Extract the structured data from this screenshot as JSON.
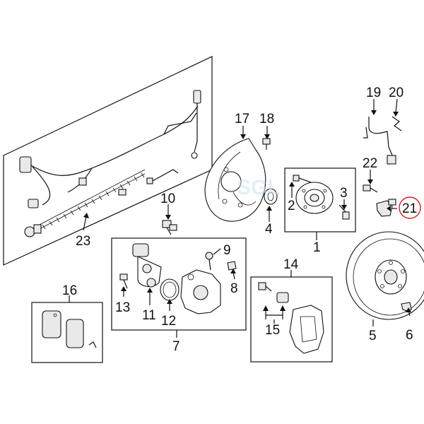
{
  "watermark": "SGL",
  "callouts": {
    "c1": "1",
    "c2": "2",
    "c3": "3",
    "c4": "4",
    "c5": "5",
    "c6": "6",
    "c7": "7",
    "c8": "8",
    "c9": "9",
    "c10": "10",
    "c11": "11",
    "c12": "12",
    "c13": "13",
    "c14": "14",
    "c15": "15",
    "c16": "16",
    "c17": "17",
    "c18": "18",
    "c19": "19",
    "c20": "20",
    "c21": "21",
    "c22": "22",
    "c23": "23"
  },
  "highlight": {
    "callout": "21",
    "color": "#d9201c"
  }
}
